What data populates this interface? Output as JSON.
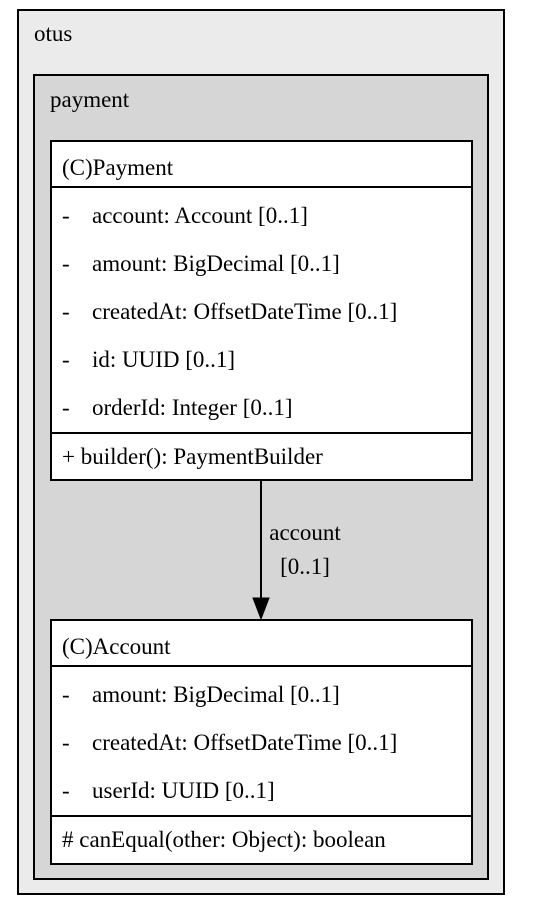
{
  "packages": {
    "outer": {
      "label": "otus"
    },
    "inner": {
      "label": "payment"
    }
  },
  "classes": {
    "payment": {
      "title": "(C)Payment",
      "attributes": [
        {
          "visibility": "-",
          "text": "account: Account [0..1]"
        },
        {
          "visibility": "-",
          "text": "amount: BigDecimal [0..1]"
        },
        {
          "visibility": "-",
          "text": "createdAt: OffsetDateTime [0..1]"
        },
        {
          "visibility": "-",
          "text": "id: UUID [0..1]"
        },
        {
          "visibility": "-",
          "text": "orderId: Integer [0..1]"
        }
      ],
      "methods": [
        "+ builder(): PaymentBuilder"
      ]
    },
    "account": {
      "title": "(C)Account",
      "attributes": [
        {
          "visibility": "-",
          "text": "amount: BigDecimal [0..1]"
        },
        {
          "visibility": "-",
          "text": "createdAt: OffsetDateTime [0..1]"
        },
        {
          "visibility": "-",
          "text": "userId: UUID [0..1]"
        }
      ],
      "methods": [
        "# canEqual(other: Object): boolean"
      ]
    }
  },
  "edge": {
    "from": "(C)Payment",
    "to": "(C)Account",
    "label_line1": "account",
    "label_line2": "[0..1]"
  },
  "colors": {
    "outer_package_fill": "#ebebeb",
    "inner_package_fill": "#d6d6d6",
    "class_fill": "#ffffff",
    "stroke": "#000000"
  }
}
